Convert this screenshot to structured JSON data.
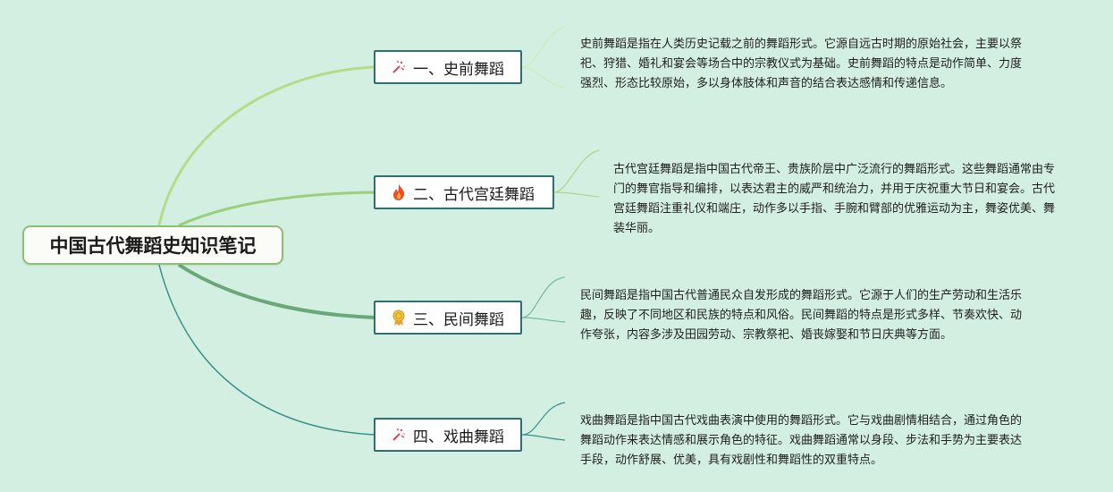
{
  "root": {
    "title": "中国古代舞蹈史知识笔记"
  },
  "branches": [
    {
      "label": "一、史前舞蹈",
      "icon": "party-popper-icon",
      "note": "史前舞蹈是指在人类历史记载之前的舞蹈形式。它源自远古时期的原始社会，主要以祭祀、狩猎、婚礼和宴会等场合中的宗教仪式为基础。史前舞蹈的特点是动作简单、力度强烈、形态比较原始，多以身体肢体和声音的结合表达感情和传递信息。"
    },
    {
      "label": "二、古代宫廷舞蹈",
      "icon": "fire-icon",
      "note": "古代宫廷舞蹈是指中国古代帝王、贵族阶层中广泛流行的舞蹈形式。这些舞蹈通常由专门的舞官指导和编排，以表达君主的威严和统治力，并用于庆祝重大节日和宴会。古代宫廷舞蹈注重礼仪和端庄，动作多以手指、手腕和臂部的优雅运动为主，舞姿优美、舞装华丽。"
    },
    {
      "label": "三、民间舞蹈",
      "icon": "medal-icon",
      "note": "民间舞蹈是指中国古代普通民众自发形成的舞蹈形式。它源于人们的生产劳动和生活乐趣，反映了不同地区和民族的特点和风俗。民间舞蹈的特点是形式多样、节奏欢快、动作夸张，内容多涉及田园劳动、宗教祭祀、婚丧嫁娶和节日庆典等方面。"
    },
    {
      "label": "四、戏曲舞蹈",
      "icon": "party-popper-icon",
      "note": "戏曲舞蹈是指中国古代戏曲表演中使用的舞蹈形式。它与戏曲剧情相结合，通过角色的舞蹈动作来表达情感和展示角色的特征。戏曲舞蹈通常以身段、步法和手势为主要表达手段，动作舒展、优美，具有戏剧性和舞蹈性的双重特点。"
    }
  ],
  "colors": {
    "background": "#d3efe1",
    "root_border": "#8cbf72",
    "branch_border": "#2f6f73",
    "connector_1": "#b5dc8a",
    "connector_2": "#9ccf7c",
    "connector_3": "#6aa87a",
    "connector_4": "#3b8f8a"
  }
}
